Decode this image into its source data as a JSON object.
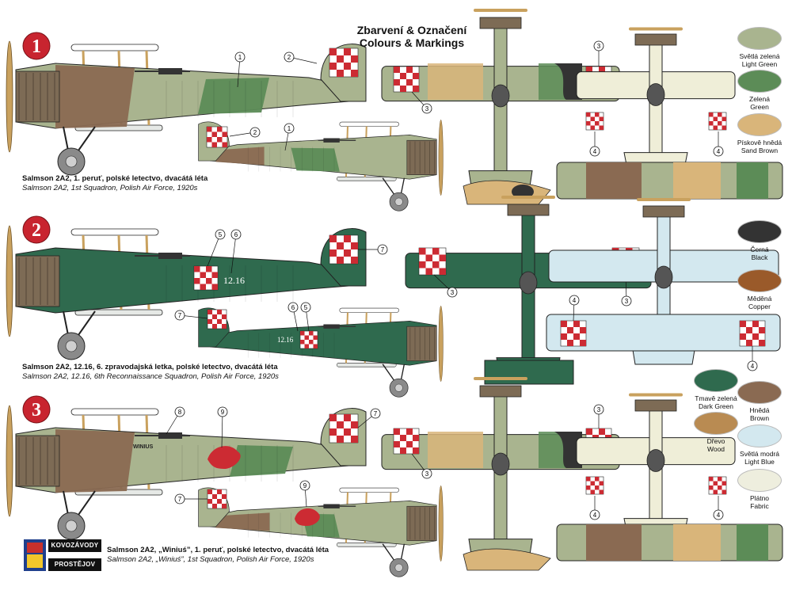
{
  "header": {
    "title_cz": "Zbarvení & Označení",
    "title_en": "Colours & Markings"
  },
  "numbers": [
    "1",
    "2",
    "3"
  ],
  "captions": [
    {
      "cz": "Salmson 2A2, 1. peruť, polské letectvo, dvacátá léta",
      "en": "Salmson 2A2, 1st Squadron, Polish Air Force, 1920s"
    },
    {
      "cz": "Salmson 2A2, 12.16, 6. zpravodajská letka, polské letectvo, dvacátá léta",
      "en": "Salmson 2A2, 12.16, 6th Reconnaissance Squadron, Polish Air Force, 1920s"
    },
    {
      "cz": "Salmson 2A2, „Winiuś”, 1. peruť, polské letectvo, dvacátá léta",
      "en": "Salmson 2A2, „Winiuś”, 1st Squadron, Polish Air Force, 1920s"
    }
  ],
  "aircraft_texts": {
    "serial": "12.16",
    "name": "WINIUS"
  },
  "callouts": [
    "1",
    "2",
    "3",
    "4",
    "5",
    "6",
    "7",
    "8",
    "9"
  ],
  "swatches": [
    {
      "cz": "Světlá zelená",
      "en": "Light Green",
      "color": "#a9b48f"
    },
    {
      "cz": "Zelená",
      "en": "Green",
      "color": "#5c8c57"
    },
    {
      "cz": "Pískově hnědá",
      "en": "Sand Brown",
      "color": "#d9b57a"
    },
    {
      "cz": "Černá",
      "en": "Black",
      "color": "#333333"
    },
    {
      "cz": "Měděná",
      "en": "Copper",
      "color": "#9a5a2a"
    },
    {
      "cz": "Tmavě zelená",
      "en": "Dark Green",
      "color": "#2f6a4e"
    },
    {
      "cz": "Hnědá",
      "en": "Brown",
      "color": "#8a6a52"
    },
    {
      "cz": "Dřevo",
      "en": "Wood",
      "color": "#b98b52"
    },
    {
      "cz": "Světlá modrá",
      "en": "Light Blue",
      "color": "#d3e8ef"
    },
    {
      "cz": "Plátno",
      "en": "Fabric",
      "color": "#eeeede"
    }
  ],
  "logo": {
    "line1": "KOVOZÁVODY",
    "line2": "PROSTĚJOV"
  },
  "colors": {
    "marking_red": "#cc2b33",
    "badge_red": "#c8242f",
    "white": "#ffffff",
    "outline": "#222222",
    "prop_wood": "#c9a15e",
    "tire": "#8a8a8a"
  }
}
